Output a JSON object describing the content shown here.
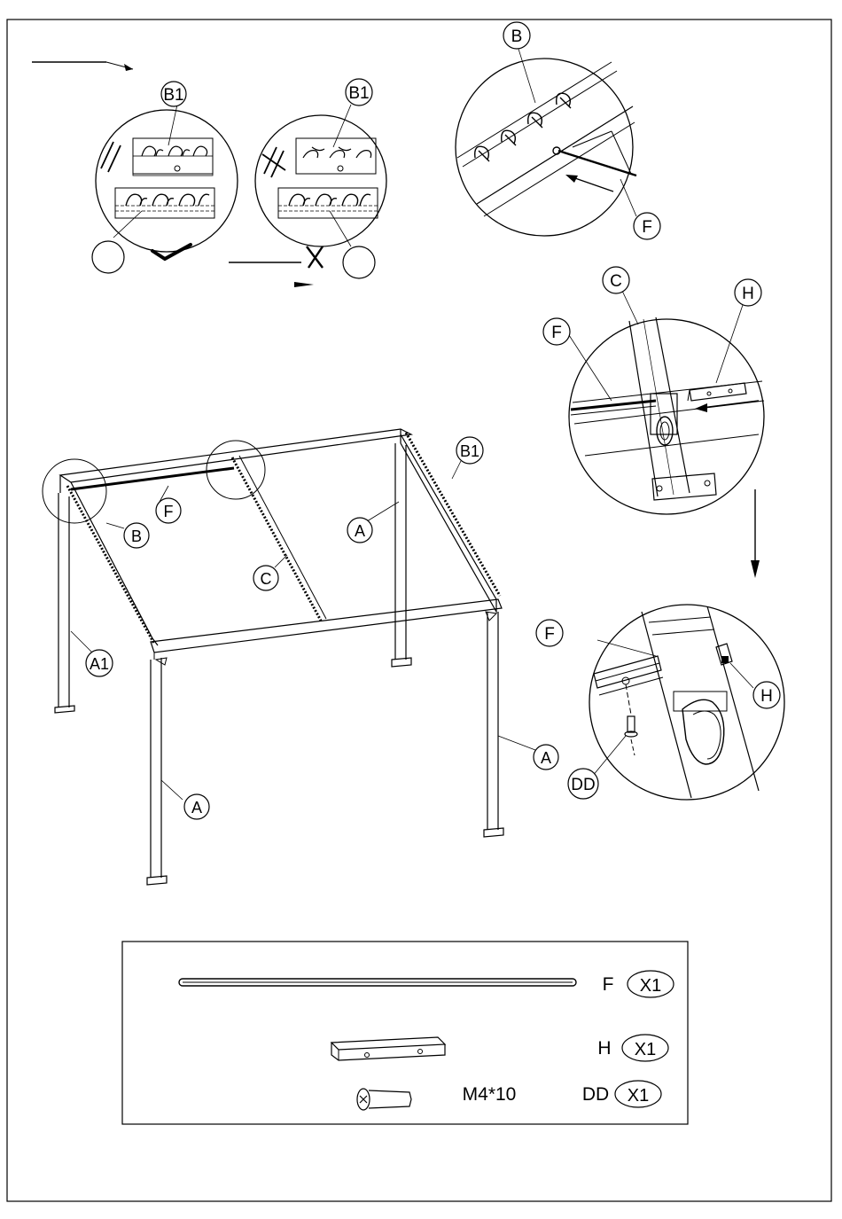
{
  "callouts": {
    "b1_ok": "B1",
    "b1_bad": "B1",
    "b_top": "B",
    "f_top": "F",
    "c_mid": "C",
    "h_mid": "H",
    "f_mid": "F",
    "f_low": "F",
    "h_low": "H",
    "dd_low": "DD",
    "frame_b1": "B1",
    "frame_f": "F",
    "frame_b": "B",
    "frame_c": "C",
    "frame_a_back": "A",
    "frame_a1": "A1",
    "frame_a_front_left": "A",
    "frame_a_front_right": "A"
  },
  "parts": [
    {
      "label": "F",
      "qty": "X1",
      "spec": ""
    },
    {
      "label": "H",
      "qty": "X1",
      "spec": ""
    },
    {
      "label": "DD",
      "qty": "X1",
      "spec": "M4*10"
    }
  ],
  "icons": {
    "correct": "check-icon",
    "wrong": "cross-icon",
    "direction": "arrow-icon"
  }
}
